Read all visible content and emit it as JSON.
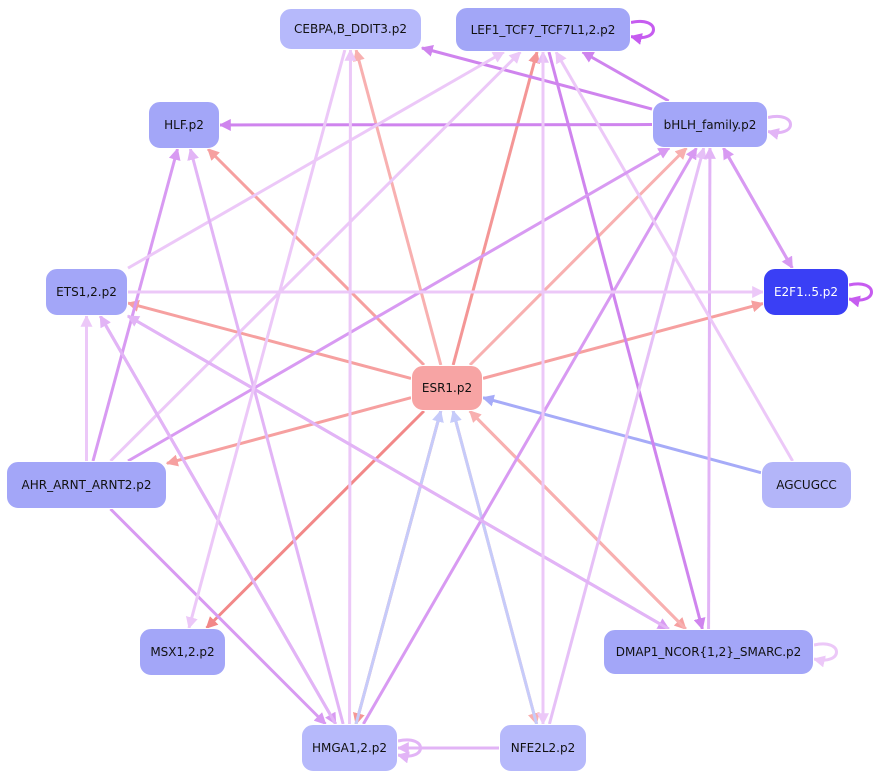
{
  "nodes": [
    {
      "id": "cebpa",
      "label": "CEBPA,B_DDIT3.p2",
      "color": "#b6b9fb"
    },
    {
      "id": "lef1",
      "label": "LEF1_TCF7_TCF7L1,2.p2",
      "color": "#a2a6f7"
    },
    {
      "id": "hlf",
      "label": "HLF.p2",
      "color": "#a3a6f8"
    },
    {
      "id": "bhlh",
      "label": "bHLH_family.p2",
      "color": "#a3a6f8"
    },
    {
      "id": "ets1",
      "label": "ETS1,2.p2",
      "color": "#a3a6f8"
    },
    {
      "id": "e2f1",
      "label": "E2F1..5.p2",
      "color": "#3a3ff5",
      "text_color": "#ffffff"
    },
    {
      "id": "esr1",
      "label": "ESR1.p2",
      "color": "#f7a4a4"
    },
    {
      "id": "ahr",
      "label": "AHR_ARNT_ARNT2.p2",
      "color": "#a3a6f8"
    },
    {
      "id": "agucgcc",
      "label": "AGCUGCC",
      "color": "#b3b5f9"
    },
    {
      "id": "msx1",
      "label": "MSX1,2.p2",
      "color": "#a3a6f8"
    },
    {
      "id": "dmap1",
      "label": "DMAP1_NCOR{1,2}_SMARC.p2",
      "color": "#a3a6f8"
    },
    {
      "id": "hmga1",
      "label": "HMGA1,2.p2",
      "color": "#b6b9fb"
    },
    {
      "id": "nfe2l2",
      "label": "NFE2L2.p2",
      "color": "#b6b9fb"
    }
  ],
  "edges": [
    {
      "from": "esr1",
      "to": "cebpa",
      "color": "#f8b0b0"
    },
    {
      "from": "esr1",
      "to": "lef1",
      "color": "#f49696"
    },
    {
      "from": "esr1",
      "to": "hlf",
      "color": "#f6a0a0"
    },
    {
      "from": "esr1",
      "to": "bhlh",
      "color": "#f8b0b0"
    },
    {
      "from": "esr1",
      "to": "ets1",
      "color": "#f6a0a0"
    },
    {
      "from": "esr1",
      "to": "e2f1",
      "color": "#f6a0a0"
    },
    {
      "from": "esr1",
      "to": "msx1",
      "color": "#f28888"
    },
    {
      "from": "esr1",
      "to": "ahr",
      "color": "#f6a0a0"
    },
    {
      "from": "esr1",
      "to": "hmga1",
      "color": "#f49696"
    },
    {
      "from": "esr1",
      "to": "nfe2l2",
      "color": "#f8b0b0"
    },
    {
      "from": "esr1",
      "to": "dmap1",
      "color": "#f6a0a0"
    },
    {
      "from": "agucgcc",
      "to": "esr1",
      "color": "#a6abf8"
    },
    {
      "from": "nfe2l2",
      "to": "esr1",
      "color": "#c6cbfa"
    },
    {
      "from": "hmga1",
      "to": "esr1",
      "color": "#c6cbfa"
    },
    {
      "from": "dmap1",
      "to": "esr1",
      "color": "#f8b0b0"
    },
    {
      "from": "bhlh",
      "to": "lef1",
      "color": "#cf84ee"
    },
    {
      "from": "bhlh",
      "to": "cebpa",
      "color": "#cf84ee"
    },
    {
      "from": "bhlh",
      "to": "hlf",
      "color": "#cf84ee"
    },
    {
      "from": "bhlh",
      "to": "bhlh",
      "color": "#e2b4f6"
    },
    {
      "from": "bhlh",
      "to": "e2f1",
      "color": "#d89af2"
    },
    {
      "from": "e2f1",
      "to": "bhlh",
      "color": "#d89af2"
    },
    {
      "from": "e2f1",
      "to": "e2f1",
      "color": "#c65cf0"
    },
    {
      "from": "lef1",
      "to": "lef1",
      "color": "#c65cf0"
    },
    {
      "from": "lef1",
      "to": "dmap1",
      "color": "#cf84ee"
    },
    {
      "from": "hmga1",
      "to": "bhlh",
      "color": "#d89af2"
    },
    {
      "from": "nfe2l2",
      "to": "bhlh",
      "color": "#e6c0f7"
    },
    {
      "from": "dmap1",
      "to": "bhlh",
      "color": "#e2b4f6"
    },
    {
      "from": "agucgcc",
      "to": "lef1",
      "color": "#ecc8f8"
    },
    {
      "from": "nfe2l2",
      "to": "lef1",
      "color": "#e6c0f7"
    },
    {
      "from": "ahr",
      "to": "bhlh",
      "color": "#d89af2"
    },
    {
      "from": "ahr",
      "to": "lef1",
      "color": "#ecc8f8"
    },
    {
      "from": "ahr",
      "to": "hlf",
      "color": "#d89af2"
    },
    {
      "from": "ahr",
      "to": "ets1",
      "color": "#ecc8f8"
    },
    {
      "from": "ahr",
      "to": "hmga1",
      "color": "#d89af2"
    },
    {
      "from": "ets1",
      "to": "lef1",
      "color": "#ecc8f8"
    },
    {
      "from": "ets1",
      "to": "e2f1",
      "color": "#ecc8f8"
    },
    {
      "from": "ets1",
      "to": "hmga1",
      "color": "#d89af2"
    },
    {
      "from": "ets1",
      "to": "dmap1",
      "color": "#d89af2"
    },
    {
      "from": "hmga1",
      "to": "ets1",
      "color": "#e2b4f6"
    },
    {
      "from": "hmga1",
      "to": "cebpa",
      "color": "#ecc8f8"
    },
    {
      "from": "hmga1",
      "to": "hlf",
      "color": "#e2b4f6"
    },
    {
      "from": "hmga1",
      "to": "hmga1",
      "color": "#e2b4f6"
    },
    {
      "from": "nfe2l2",
      "to": "hmga1",
      "color": "#e2b4f6"
    },
    {
      "from": "dmap1",
      "to": "ets1",
      "color": "#e2b4f6"
    },
    {
      "from": "dmap1",
      "to": "dmap1",
      "color": "#ecc8f8"
    },
    {
      "from": "cebpa",
      "to": "msx1",
      "color": "#ecc8f8"
    },
    {
      "from": "lef1",
      "to": "nfe2l2",
      "color": "#ecc8f8"
    }
  ]
}
